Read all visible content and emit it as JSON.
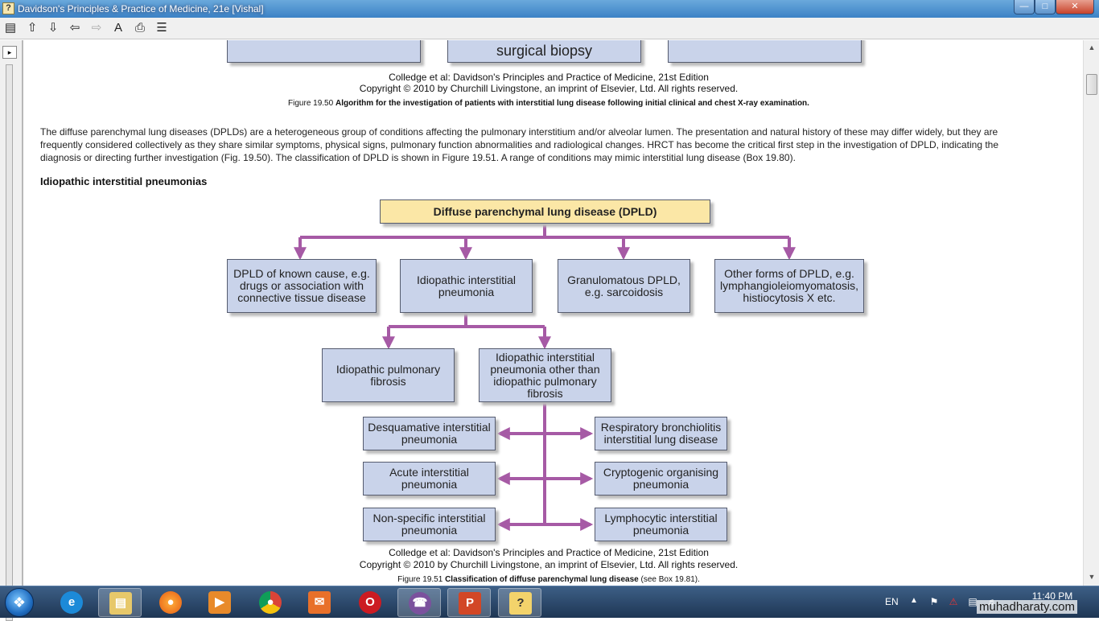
{
  "window": {
    "title": "Davidson's Principles & Practice of Medicine, 21e [Vishal]"
  },
  "toolbar": {
    "buttons": [
      "toc-icon",
      "up-icon",
      "down-icon",
      "back-icon",
      "forward-icon",
      "font-icon",
      "print-icon",
      "options-icon"
    ]
  },
  "document": {
    "figure_top": {
      "boxes": [
        "",
        "surgical biopsy",
        ""
      ],
      "credit_line1": "Colledge et al: Davidson's Principles and Practice of Medicine, 21st Edition",
      "credit_line2": "Copyright © 2010 by Churchill Livingstone, an imprint of Elsevier, Ltd. All rights reserved.",
      "caption_label": "Figure 19.50",
      "caption_text": "Algorithm for the investigation of patients with interstitial lung disease following initial clinical and chest X-ray examination."
    },
    "paragraph": "The diffuse parenchymal lung diseases (DPLDs) are a heterogeneous group of conditions affecting the pulmonary interstitium and/or alveolar lumen. The presentation and natural history of these may differ widely, but they are frequently considered collectively as they share similar symptoms, physical signs, pulmonary function abnormalities and radiological changes. HRCT has become the critical first step in the investigation of DPLD, indicating the diagnosis or directing further investigation (Fig. 19.50). The classification of DPLD is shown in Figure 19.51. A range of conditions may mimic interstitial lung disease (Box 19.80).",
    "section_heading": "Idiopathic interstitial pneumonias",
    "diagram": {
      "root": "Diffuse parenchymal lung disease (DPLD)",
      "level1": [
        "DPLD of known cause, e.g. drugs or association with connective tissue disease",
        "Idiopathic interstitial pneumonia",
        "Granulomatous DPLD, e.g. sarcoidosis",
        "Other forms of DPLD, e.g. lymphangioleiomyomatosis, histiocytosis X etc."
      ],
      "level2": [
        "Idiopathic pulmonary fibrosis",
        "Idiopathic interstitial pneumonia other than idiopathic pulmonary fibrosis"
      ],
      "level3_left": [
        "Desquamative interstitial pneumonia",
        "Acute interstitial pneumonia",
        "Non-specific interstitial pneumonia"
      ],
      "level3_right": [
        "Respiratory bronchiolitis interstitial lung disease",
        "Cryptogenic organising pneumonia",
        "Lymphocytic interstitial pneumonia"
      ],
      "connector_color": "#a65aa5"
    },
    "figure_bottom": {
      "credit_line1": "Colledge et al: Davidson's Principles and Practice of Medicine, 21st Edition",
      "credit_line2": "Copyright © 2010 by Churchill Livingstone, an imprint of Elsevier, Ltd. All rights reserved.",
      "caption_label": "Figure 19.51",
      "caption_text": "Classification of diffuse parenchymal lung disease",
      "caption_suffix": "(see Box 19.81)."
    }
  },
  "taskbar": {
    "start_icon": "windows-logo-icon",
    "apps": [
      "internet-explorer-icon",
      "file-explorer-icon",
      "firefox-icon",
      "media-player-icon",
      "chrome-icon",
      "mail-icon",
      "opera-icon",
      "viber-icon",
      "powerpoint-icon",
      "help-viewer-icon"
    ],
    "language": "EN",
    "clock": "11:40 PM"
  },
  "watermark": "muhadharaty.com"
}
